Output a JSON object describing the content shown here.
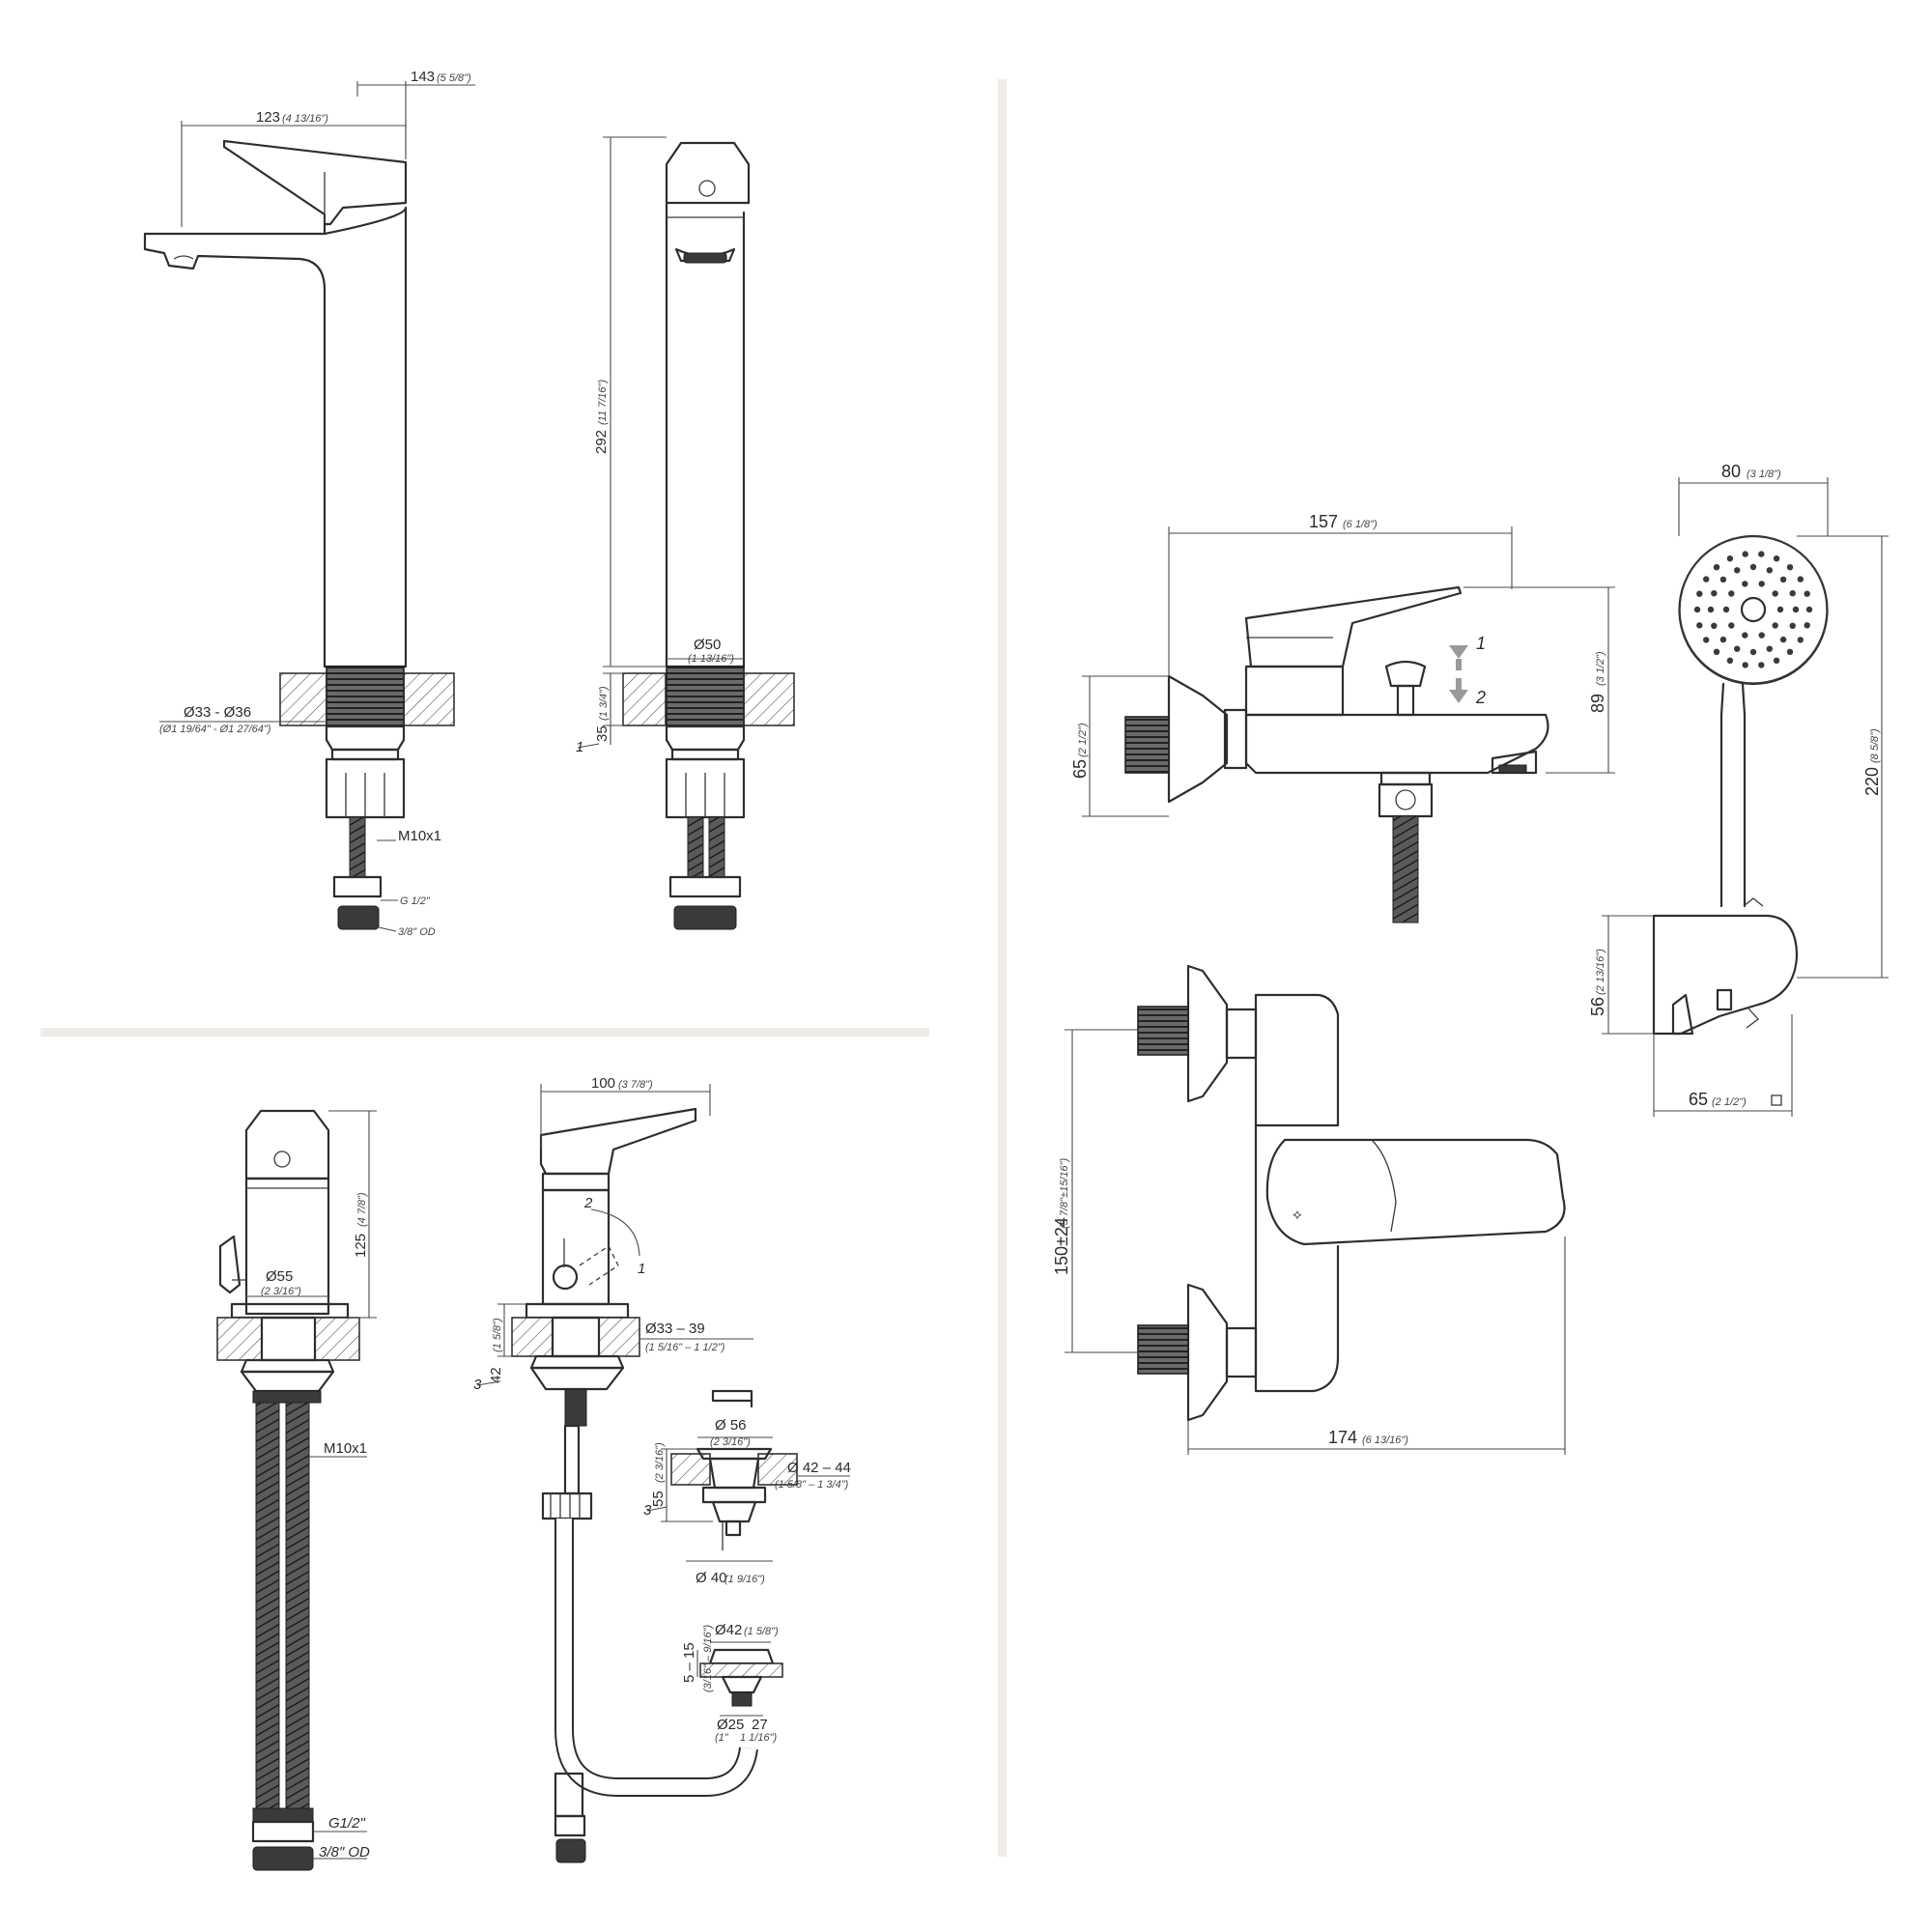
{
  "views": {
    "tall_basin": {
      "reach_outer": "143",
      "reach_outer_in": "(5 5/8\")",
      "reach_inner": "123",
      "reach_inner_in": "(4 13/16\")",
      "height": "292",
      "height_in": "(11 7/16\")",
      "base_dia": "Ø50",
      "base_dia_in": "(1 13/16\")",
      "hole_dia": "Ø33 - Ø36",
      "hole_dia_in": "(Ø1 19/64\" - Ø1 27/64\")",
      "deck_max": "35",
      "deck_max_in": "(1 3/4\")",
      "item_no": "1",
      "thread": "M10x1",
      "conn": "G 1/2\"",
      "od": "3/8\" OD"
    },
    "low_basin_front": {
      "height": "125",
      "height_in": "(4 7/8\")",
      "base_dia": "Ø55",
      "base_dia_in": "(2 3/16\")",
      "thread": "M10x1",
      "conn": "G1/2\"",
      "od": "3/8\" OD"
    },
    "low_basin_side": {
      "reach": "100",
      "reach_in": "(3 7/8\")",
      "lever_pos_1": "1",
      "lever_pos_2": "2",
      "deck_max": "42",
      "deck_max_in": "(1 5/8\")",
      "hole_dia": "Ø33 – 39",
      "hole_dia_in": "(1 5/16\" – 1 1/2\")",
      "item_no": "3"
    },
    "waste": {
      "cap_dia": "Ø 56",
      "cap_dia_in": "(2 3/16\")",
      "height": "55",
      "height_in": "(2 3/16\")",
      "hole_dia": "Ø 42 – 44",
      "hole_dia_in": "(1 5/8\" – 1 3/4\")",
      "body_dia": "Ø 40",
      "body_dia_in": "(1 9/16\")",
      "item_no": "3"
    },
    "waste_detail": {
      "top_dia": "Ø42",
      "top_dia_in": "(1 5/8\")",
      "thickness": "5 – 15",
      "thickness_in": "(3/16\" – 9/16\")",
      "pipe_dia": "Ø25",
      "pipe_dia_in": "(1\"",
      "pipe_len": "27",
      "pipe_len_in": "1 1/16\")"
    },
    "bath_mixer_side": {
      "width": "157",
      "width_in": "(6 1/8\")",
      "height": "89",
      "height_in": "(3 1/2\")",
      "flange": "65",
      "flange_in": "(2 1/2\")",
      "divert_1": "1",
      "divert_2": "2"
    },
    "hand_shower": {
      "head_dia": "80",
      "head_dia_in": "(3 1/8\")",
      "length": "220",
      "length_in": "(8 5/8\")",
      "holder_h": "56",
      "holder_h_in": "(2 13/16\")",
      "holder_d": "65",
      "holder_d_in": "(2 1/2\")"
    },
    "bath_mixer_top": {
      "centers": "150±24",
      "centers_in": "(5 7/8\"±15/16\")",
      "width": "174",
      "width_in": "(6 13/16\")"
    }
  }
}
